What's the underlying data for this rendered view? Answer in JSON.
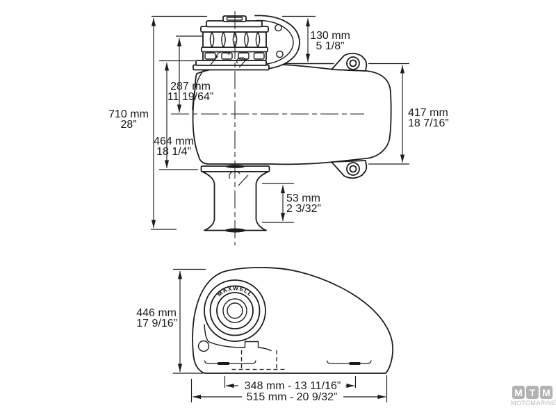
{
  "views": {
    "side_elevation": {
      "description": "vertical windlass side elevation",
      "dimensions": {
        "overall_height": {
          "mm": "710 mm",
          "inches": "28”"
        },
        "top_to_centerline": {
          "mm": "287 mm",
          "inches": "11 19/64”"
        },
        "deck_to_bottom": {
          "mm": "464 mm",
          "inches": "18 1/4”"
        },
        "above_deck": {
          "mm": "130 mm",
          "inches": "5 1/8”"
        },
        "gearbox_height": {
          "mm": "417 mm",
          "inches": "18 7/16”"
        },
        "drum_section": {
          "mm": "53 mm",
          "inches": "2 3/32”"
        }
      }
    },
    "front_profile": {
      "description": "horizontal windlass profile",
      "brand_on_drum": "MAXWELL",
      "dimensions": {
        "height": {
          "mm": "446 mm",
          "inches": "17 9/16”"
        },
        "inner_width": {
          "label": "348 mm - 13 11/16”"
        },
        "overall_width": {
          "label": "515 mm - 20 9/32”"
        }
      }
    }
  },
  "logo": {
    "letters": [
      "M",
      "T",
      "M"
    ],
    "subtitle": "MOTOMARINE"
  },
  "colors": {
    "background": "#ffffff",
    "line": "#1c1c1c",
    "text": "#1a1a1a",
    "logo_gray": "#b3b3b3"
  }
}
